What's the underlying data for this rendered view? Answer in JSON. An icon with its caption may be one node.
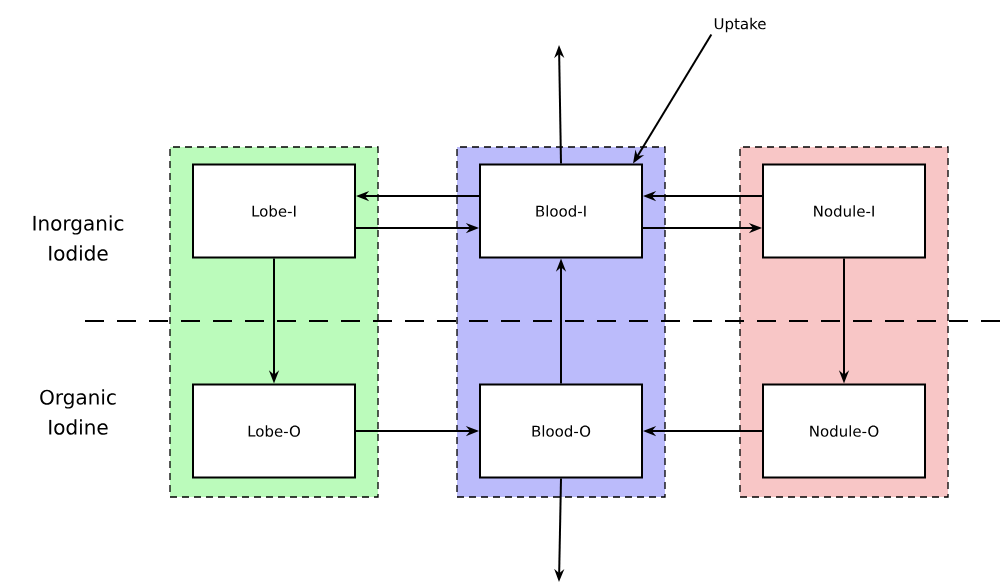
{
  "diagram": {
    "nodes": [
      {
        "text": [],
        "shape": "box"
      },
      {
        "text": [],
        "shape": "box"
      },
      {
        "text": [],
        "shape": "box"
      },
      {
        "text": [
          "Lobe-I"
        ],
        "in": 0
      },
      {
        "text": [
          "Blood-I"
        ],
        "in": 1
      },
      {
        "text": [
          "Nodule-I"
        ],
        "in": 2
      },
      {
        "text": [
          "Lobe-O"
        ],
        "in": 0
      },
      {
        "text": [
          "Blood-O"
        ],
        "in": 1
      },
      {
        "text": [
          "Nodule-O"
        ],
        "in": 2
      },
      {
        "text": [
          "Uptake"
        ]
      }
    ],
    "edges": [
      {
        "from": 4,
        "to": 3,
        "arrow": "to"
      },
      {
        "from": 3,
        "to": 4,
        "arrow": "to"
      },
      {
        "from": 5,
        "to": 4,
        "arrow": "to"
      },
      {
        "from": 4,
        "to": 5,
        "arrow": "to"
      },
      {
        "from": 3,
        "to": 6,
        "arrow": "to"
      },
      {
        "from": 5,
        "to": 8,
        "arrow": "to"
      },
      {
        "from": 7,
        "to": 4,
        "arrow": "to"
      },
      {
        "from": 6,
        "to": 7,
        "arrow": "to"
      },
      {
        "from": 8,
        "to": 7,
        "arrow": "to"
      },
      {
        "from": 4,
        "to": null,
        "arrow": "to"
      },
      {
        "from": 7,
        "to": null,
        "arrow": "to"
      },
      {
        "from": 9,
        "to": 4,
        "arrow": "to"
      }
    ],
    "labels": [
      "Inorganic Iodide",
      "Organic Iodine"
    ]
  }
}
